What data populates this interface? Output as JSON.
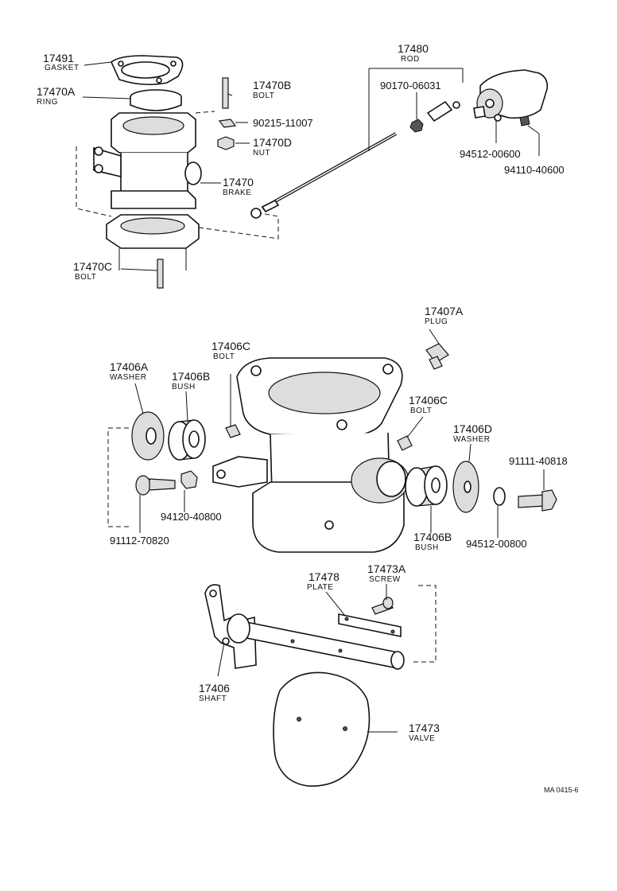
{
  "parts": {
    "p17491": {
      "number": "17491",
      "name": "GASKET"
    },
    "p17470A": {
      "number": "17470A",
      "name": "RING"
    },
    "p17470B": {
      "number": "17470B",
      "name": "BOLT"
    },
    "p90215": {
      "number": "90215-11007"
    },
    "p17470D": {
      "number": "17470D",
      "name": "NUT"
    },
    "p17470": {
      "number": "17470",
      "name": "BRAKE"
    },
    "p17470C": {
      "number": "17470C",
      "name": "BOLT"
    },
    "p17480": {
      "number": "17480",
      "name": "ROD"
    },
    "p90170": {
      "number": "90170-06031"
    },
    "p94512a": {
      "number": "94512-00600"
    },
    "p94110": {
      "number": "94110-40600"
    },
    "p17407A": {
      "number": "17407A",
      "name": "PLUG"
    },
    "p17406C1": {
      "number": "17406C",
      "name": "BOLT"
    },
    "p17406A": {
      "number": "17406A",
      "name": "WASHER"
    },
    "p17406B1": {
      "number": "17406B",
      "name": "BUSH"
    },
    "p17406C2": {
      "number": "17406C",
      "name": "BOLT"
    },
    "p17406D": {
      "number": "17406D",
      "name": "WASHER"
    },
    "p91111": {
      "number": "91111-40818"
    },
    "p94120": {
      "number": "94120-40800"
    },
    "p91112": {
      "number": "91112-70820"
    },
    "p17406B2": {
      "number": "17406B",
      "name": "BUSH"
    },
    "p94512b": {
      "number": "94512-00800"
    },
    "p17478": {
      "number": "17478",
      "name": "PLATE"
    },
    "p17473A": {
      "number": "17473A",
      "name": "SCREW"
    },
    "p17406": {
      "number": "17406",
      "name": "SHAFT"
    },
    "p17473": {
      "number": "17473",
      "name": "VALVE"
    }
  },
  "footer": {
    "ref": "MA 0415-6"
  }
}
